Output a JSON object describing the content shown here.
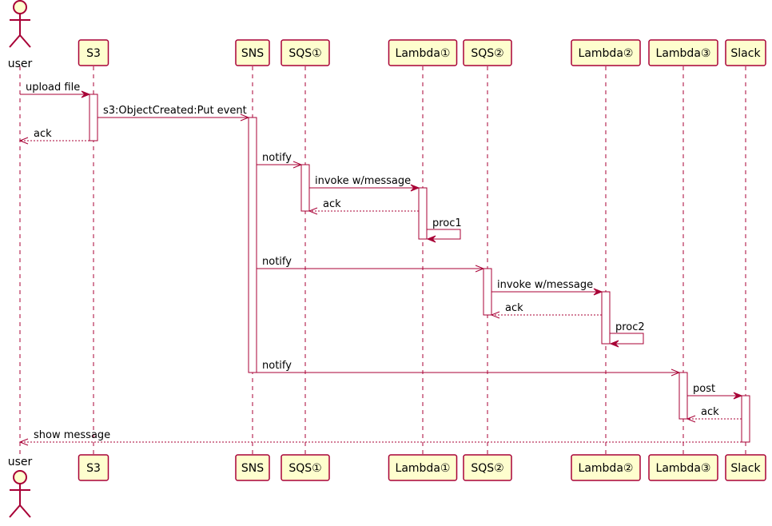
{
  "colors": {
    "line": "#A80036",
    "box_fill": "#FEFECE",
    "activation_fill": "#FFFFFF",
    "text": "#000000"
  },
  "participants": [
    {
      "id": "user",
      "label": "user",
      "kind": "actor"
    },
    {
      "id": "s3",
      "label": "S3",
      "kind": "participant"
    },
    {
      "id": "sns",
      "label": "SNS",
      "kind": "participant"
    },
    {
      "id": "sqs1",
      "label": "SQS①",
      "kind": "participant"
    },
    {
      "id": "lambda1",
      "label": "Lambda①",
      "kind": "participant"
    },
    {
      "id": "sqs2",
      "label": "SQS②",
      "kind": "participant"
    },
    {
      "id": "lambda2",
      "label": "Lambda②",
      "kind": "participant"
    },
    {
      "id": "lambda3",
      "label": "Lambda③",
      "kind": "participant"
    },
    {
      "id": "slack",
      "label": "Slack",
      "kind": "participant"
    }
  ],
  "messages": [
    {
      "from": "user",
      "to": "s3",
      "label": "upload file",
      "style": "sync"
    },
    {
      "from": "s3",
      "to": "sns",
      "label": "s3:ObjectCreated:Put event",
      "style": "async"
    },
    {
      "from": "s3",
      "to": "user",
      "label": "ack",
      "style": "return"
    },
    {
      "from": "sns",
      "to": "sqs1",
      "label": "notify",
      "style": "async"
    },
    {
      "from": "sqs1",
      "to": "lambda1",
      "label": "invoke w/message",
      "style": "sync"
    },
    {
      "from": "lambda1",
      "to": "sqs1",
      "label": "ack",
      "style": "return"
    },
    {
      "from": "lambda1",
      "to": "lambda1",
      "label": "proc1",
      "style": "self"
    },
    {
      "from": "sns",
      "to": "sqs2",
      "label": "notify",
      "style": "async"
    },
    {
      "from": "sqs2",
      "to": "lambda2",
      "label": "invoke w/message",
      "style": "sync"
    },
    {
      "from": "lambda2",
      "to": "sqs2",
      "label": "ack",
      "style": "return"
    },
    {
      "from": "lambda2",
      "to": "lambda2",
      "label": "proc2",
      "style": "self"
    },
    {
      "from": "sns",
      "to": "lambda3",
      "label": "notify",
      "style": "async"
    },
    {
      "from": "lambda3",
      "to": "slack",
      "label": "post",
      "style": "sync"
    },
    {
      "from": "slack",
      "to": "lambda3",
      "label": "ack",
      "style": "return"
    },
    {
      "from": "slack",
      "to": "user",
      "label": "show message",
      "style": "return"
    }
  ]
}
